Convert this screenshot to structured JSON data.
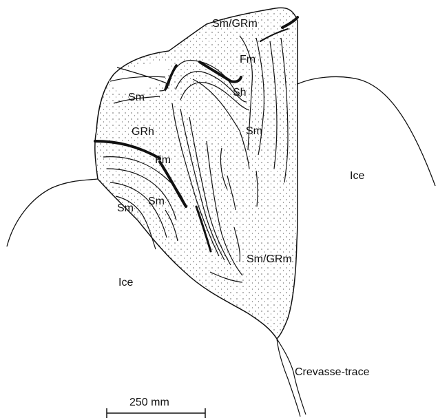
{
  "labels": {
    "sm_grm_top": "Sm/GRm",
    "fm_top": "Fm",
    "sm_upper_left": "Sm",
    "sh": "Sh",
    "sm_mid": "Sm",
    "grh": "GRh",
    "fm_mid": "Fm",
    "sm_lower_1": "Sm",
    "sm_lower_2": "Sm",
    "sm_grm_bottom": "Sm/GRm",
    "ice_right": "Ice",
    "ice_left": "Ice",
    "crevasse_trace": "Crevasse-trace"
  },
  "scale_bar": {
    "label": "250 mm"
  },
  "colors": {
    "ink": "#111111",
    "background": "#ffffff"
  }
}
